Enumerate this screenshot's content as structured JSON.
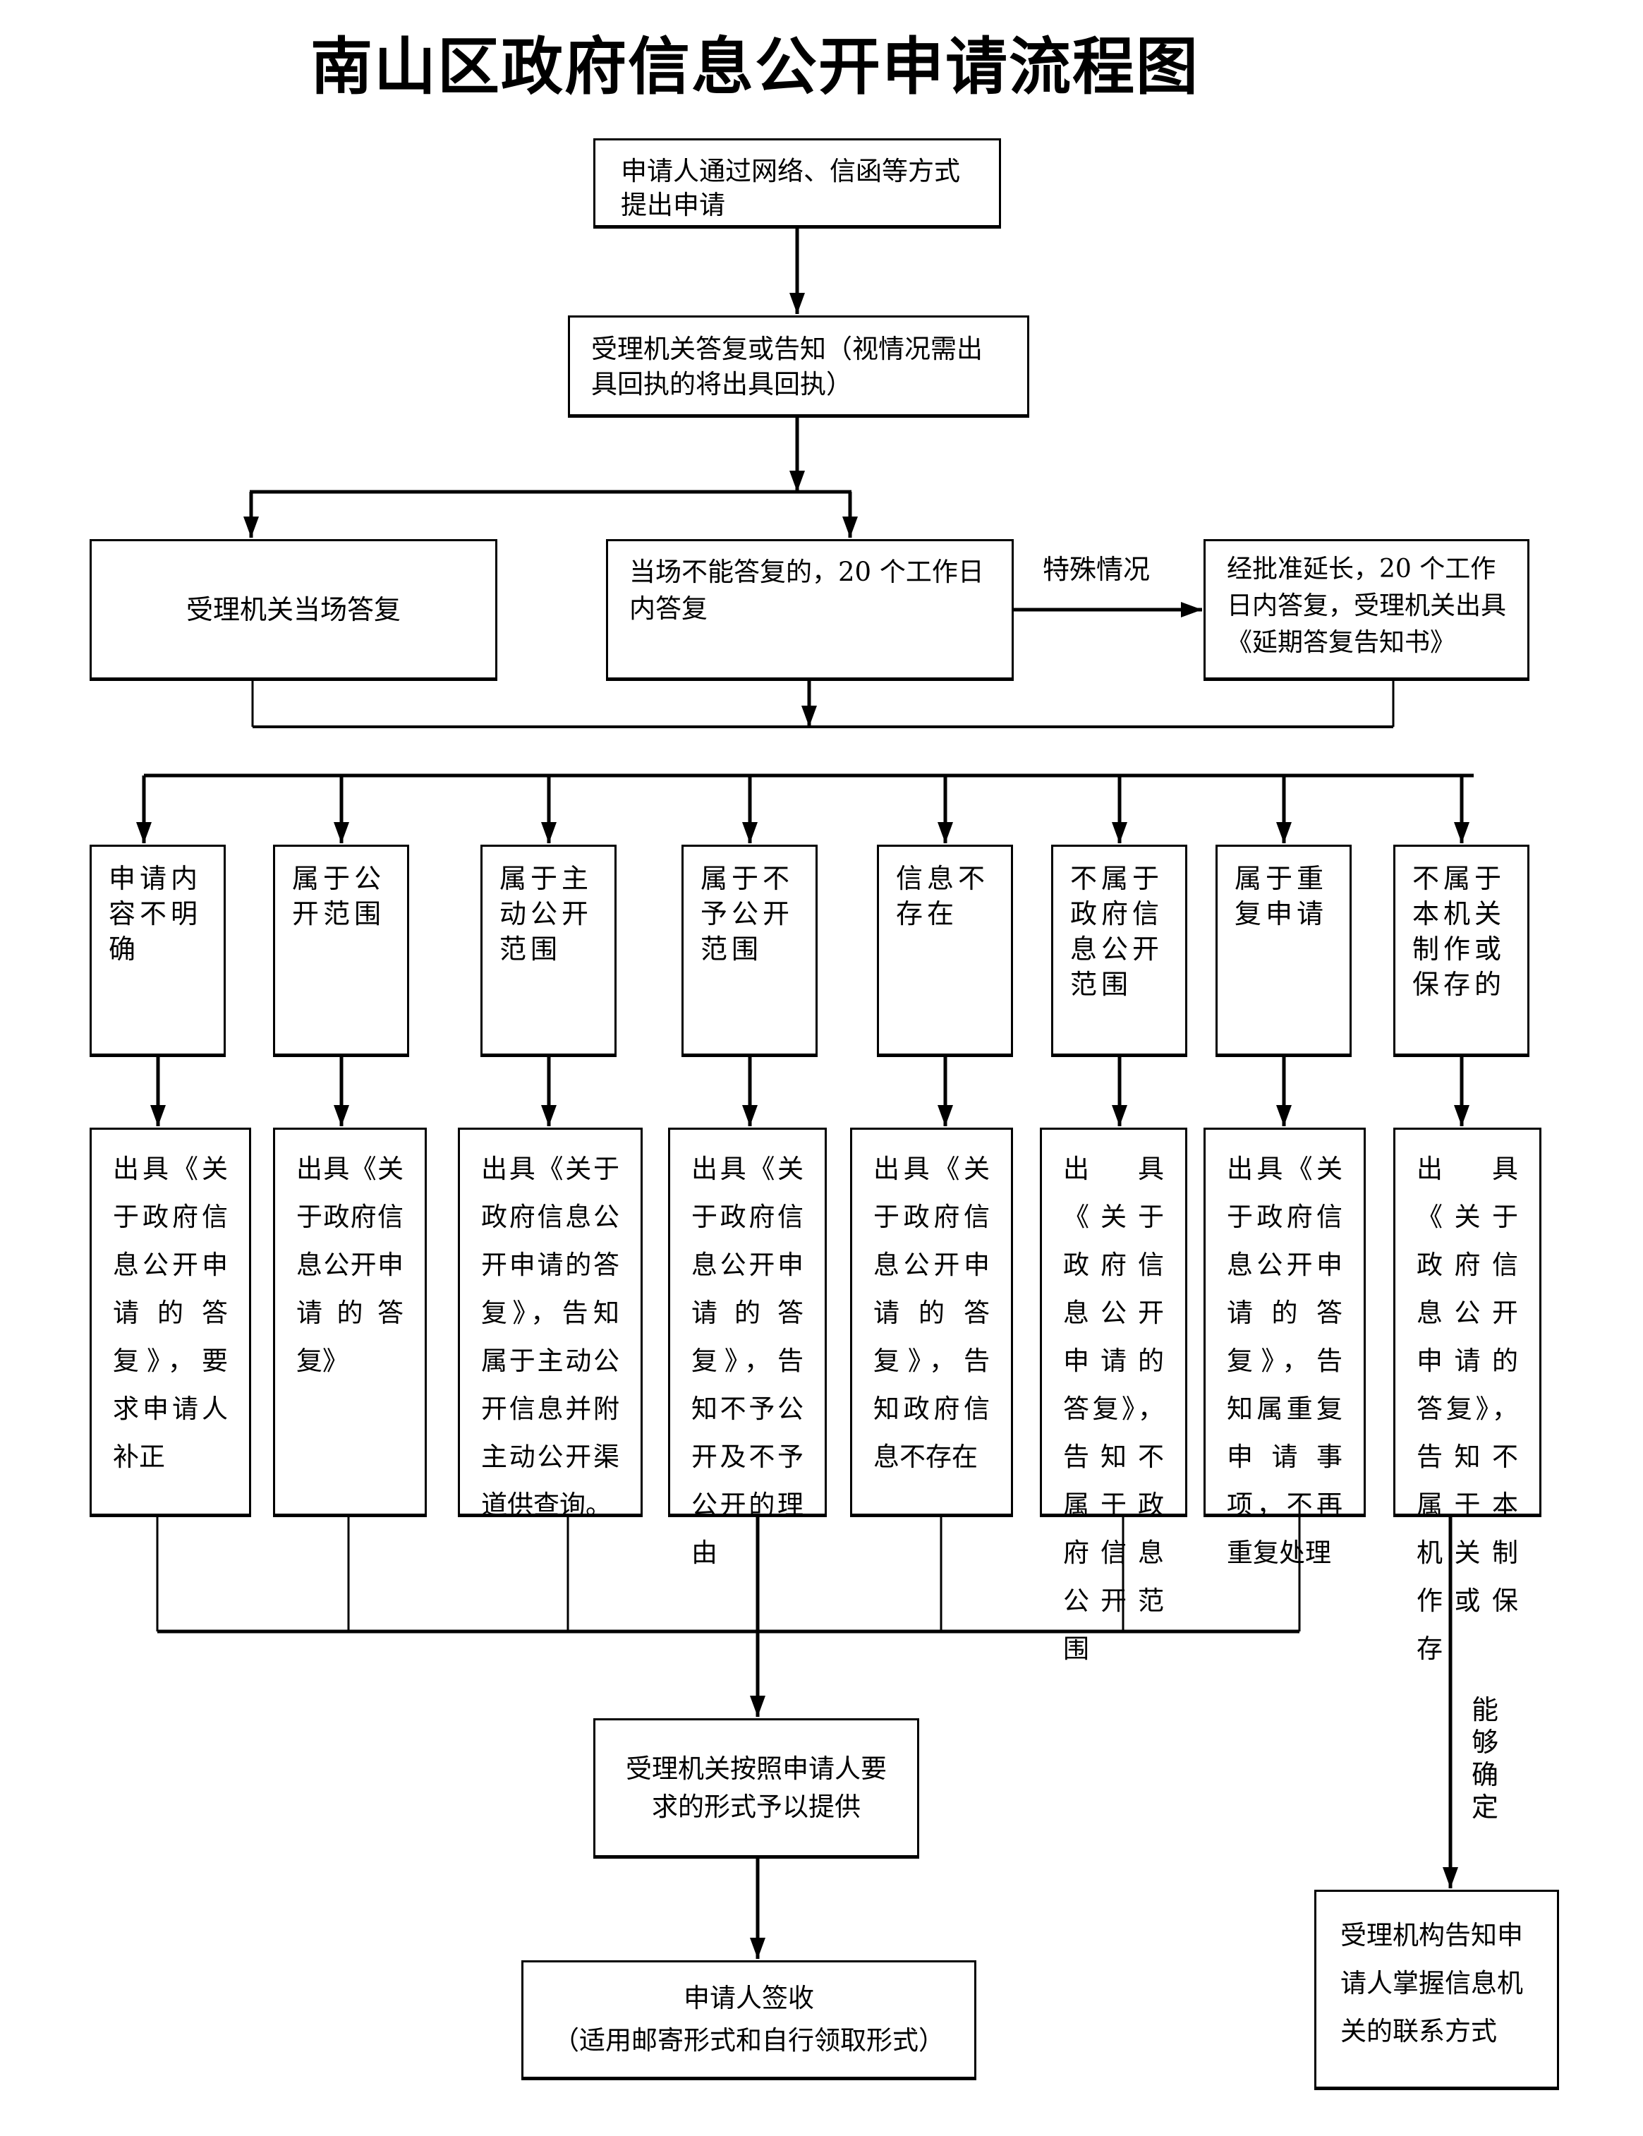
{
  "title": "南山区政府信息公开申请流程图",
  "steps": {
    "submit": "申请人通过网络、信函等方式提出申请",
    "acknowledge": "受理机关答复或告知（视情况需出具回执的将出具回执）",
    "reply_on_spot": "受理机关当场答复",
    "reply_20_days": "当场不能答复的，20 个工作日内答复",
    "special_case_label": "特殊情况",
    "extension": "经批准延长，20 个工作日内答复，受理机关出具《延期答复告知书》"
  },
  "categories": [
    {
      "label": "申请内容不明确",
      "result": "出具《关于政府信息公开申请的答复》，要求申请人补正"
    },
    {
      "label": "属于公开范围",
      "result": "出具《关于政府信息公开申请的答复》"
    },
    {
      "label": "属于主动公开范围",
      "result": "出具《关于政府信息公开申请的答复》，告知属于主动公开信息并附主动公开渠道供查询。"
    },
    {
      "label": "属于不予公开范围",
      "result": "出具《关于政府信息公开申请的答复》，告知不予公开及不予公开的理由"
    },
    {
      "label": "信息不存在",
      "result": "出具《关于政府信息公开申请的答复》，告知政府信息不存在"
    },
    {
      "label": "不属于政府信息公开范围",
      "result": "出具《关于政府信息公开申请的答复》，告知不属于政府信息公开范围"
    },
    {
      "label": "属于重复申请",
      "result": "出具《关于政府信息公开申请的答复》，告知属重复申请事项，不再重复处理"
    },
    {
      "label": "不属于本机关制作或保存的",
      "result": "出具《关于政府信息公开申请的答复》，告知不属于本机关制作或保存"
    }
  ],
  "final": {
    "provide": "受理机关按照申请人要求的形式予以提供",
    "sign_title": "申请人签收",
    "sign_note": "（适用邮寄形式和自行领取形式）",
    "can_determine_label": "能够确定",
    "inform_contact": "受理机构告知申请人掌握信息机关的联系方式"
  }
}
